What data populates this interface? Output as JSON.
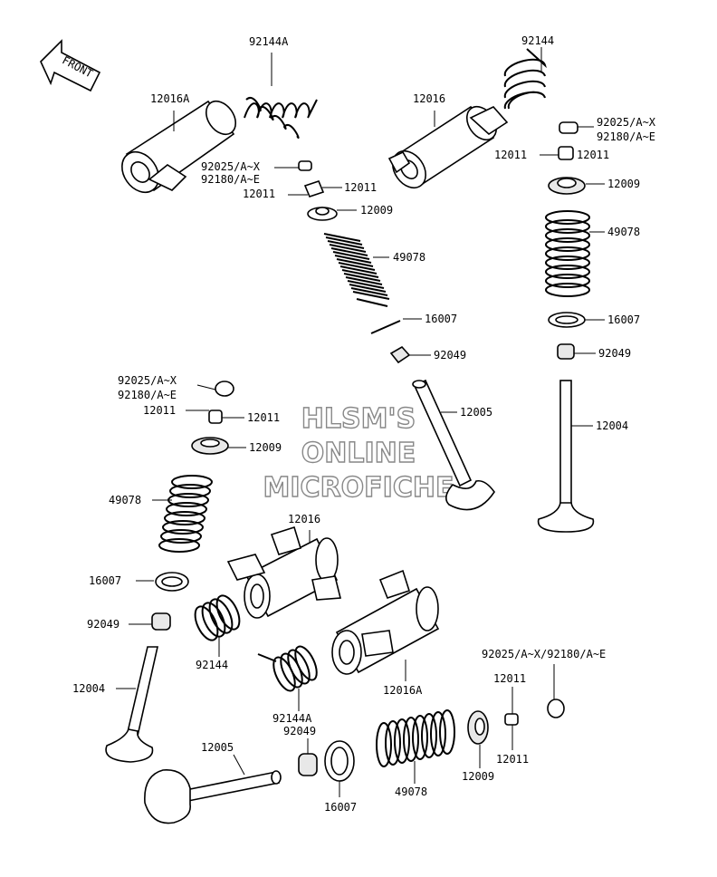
{
  "front_arrow": {
    "text": "FRONT"
  },
  "watermark": {
    "line1": "HLSM'S",
    "line2": "ONLINE",
    "line3": "MICROFICHE"
  },
  "labels": {
    "l01": "92144A",
    "l02": "12016A",
    "l03": "92025/A~X",
    "l04": "92180/A~E",
    "l05": "12011",
    "l06": "12011",
    "l07": "12009",
    "l08": "49078",
    "l09": "16007",
    "l10": "92049",
    "l11": "92144",
    "l12": "12016",
    "l13": "92025/A~X",
    "l14": "92180/A~E",
    "l15": "12011",
    "l16": "12009",
    "l17": "49078",
    "l18": "16007",
    "l19": "92049",
    "l20": "12004",
    "l21": "12005",
    "l22": "92025/A~X",
    "l23": "92180/A~E",
    "l24": "12011",
    "l25": "12011",
    "l26": "12009",
    "l27": "49078",
    "l28": "12016",
    "l29": "16007",
    "l30": "92049",
    "l31": "92144",
    "l32": "12004",
    "l33": "92144A",
    "l34": "92049",
    "l35": "12016A",
    "l36": "92025/A~X/92180/A~E",
    "l37": "12011",
    "l38": "12011",
    "l39": "12005",
    "l40": "16007",
    "l41": "49078",
    "l42": "12009"
  }
}
